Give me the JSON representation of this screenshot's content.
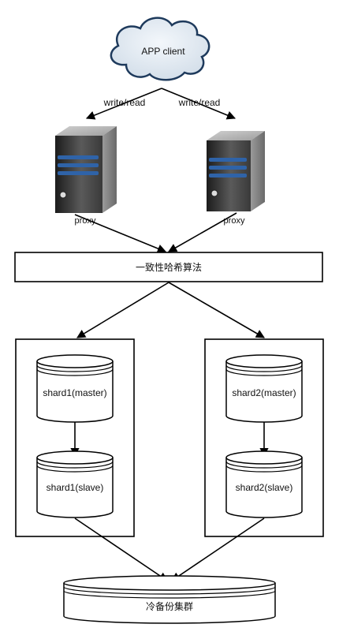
{
  "client": {
    "label": "APP client"
  },
  "edges": {
    "left_label": "write/read",
    "right_label": "write/read"
  },
  "proxies": [
    {
      "label": "proxy"
    },
    {
      "label": "proxy"
    }
  ],
  "hash_box": {
    "label": "一致性哈希算法"
  },
  "shards": [
    {
      "master_label": "shard1(master)",
      "slave_label": "shard1(slave)"
    },
    {
      "master_label": "shard2(master)",
      "slave_label": "shard2(slave)"
    }
  ],
  "backup": {
    "label": "冷备份集群"
  },
  "colors": {
    "cloud_fill": "#dde7f0",
    "cloud_stroke": "#1e3a5c",
    "server_dark": "#2b2b2b",
    "server_light": "#8c8c8c",
    "server_stripe": "#2f63a8",
    "line": "#000000"
  }
}
